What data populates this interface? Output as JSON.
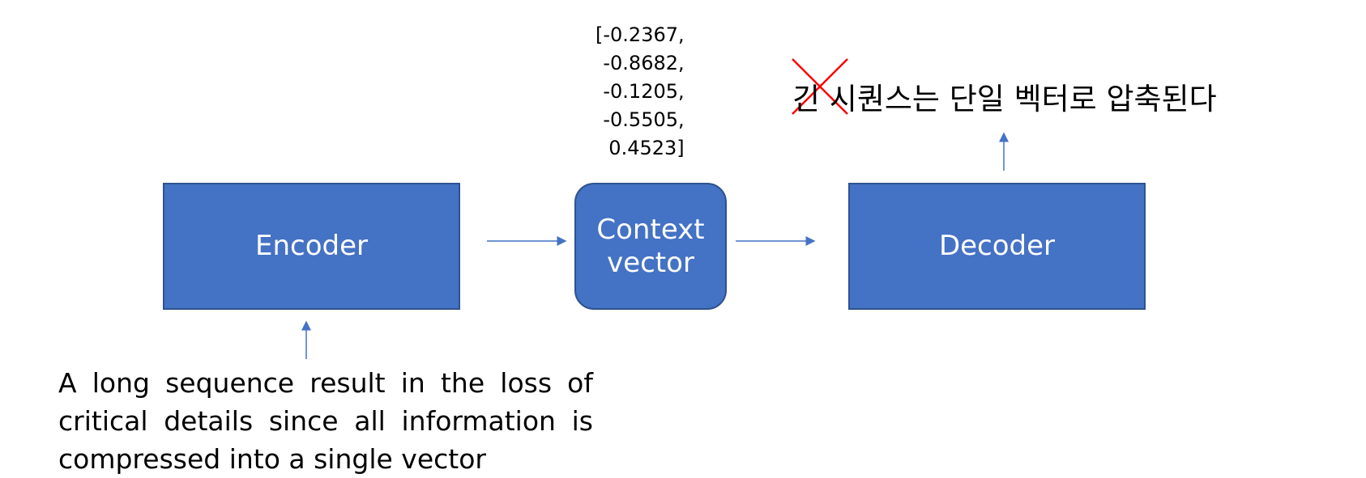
{
  "encoder": {
    "label": "Encoder"
  },
  "context": {
    "label": "Context vector"
  },
  "decoder": {
    "label": "Decoder"
  },
  "vector_values": [
    "[-0.2367,",
    "-0.8682,",
    "-0.1205,",
    "-0.5505,",
    "0.4523]"
  ],
  "korean_caption": "긴 시퀀스는 단일 벡터로 압축된다",
  "note": "A long sequence result in the loss of critical details since all information is compressed into a single vector",
  "colors": {
    "box": "#4472c4",
    "border": "#2f528f",
    "arrow": "#4472c4",
    "cross": "#ff0000"
  }
}
